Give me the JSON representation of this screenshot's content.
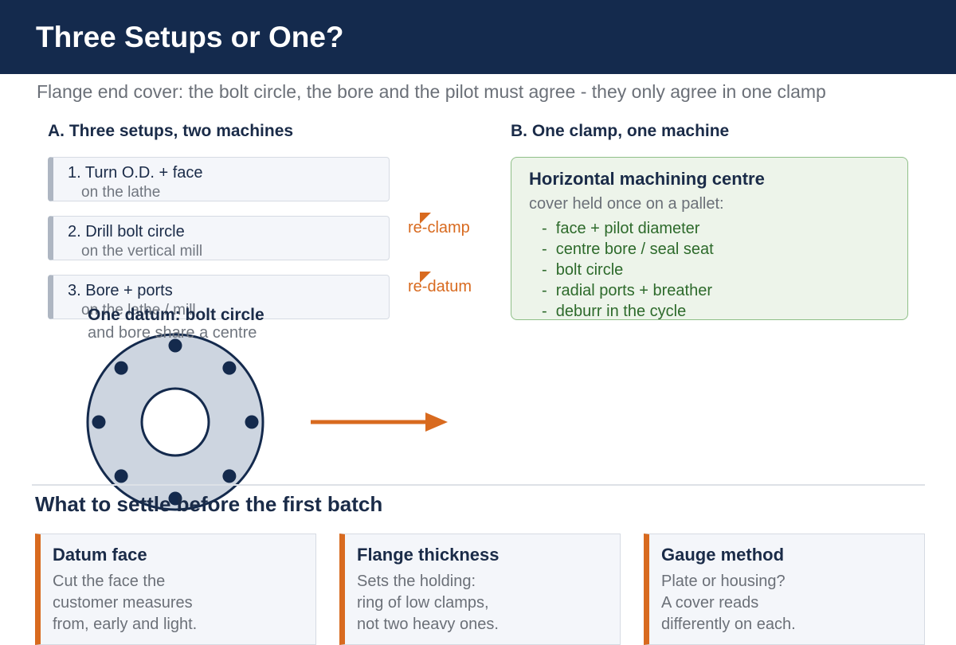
{
  "header": {
    "title": "Three Setups or One?"
  },
  "subtitle": "Flange end cover: the bolt circle, the bore and the pilot must agree - they only agree in one clamp",
  "section_a": {
    "title": "A. Three setups, two machines",
    "steps": [
      {
        "line1": "1. Turn O.D. + face",
        "line2": "on the lathe"
      },
      {
        "line1": "2. Drill bolt circle",
        "line2": "on the vertical mill"
      },
      {
        "line1": "3. Bore + ports",
        "line2": "on the lathe / mill"
      }
    ],
    "transitions": [
      "re-clamp",
      "re-datum"
    ]
  },
  "section_b": {
    "title": "B. One clamp, one machine",
    "box_title": "Horizontal machining centre",
    "lead": "cover held once on a pallet:",
    "ops": [
      "face + pilot diameter",
      "centre bore / seal seat",
      "bolt circle",
      "radial ports + breather",
      "deburr in the cycle"
    ]
  },
  "datum": {
    "title": "One datum: bolt circle",
    "subtitle": "and bore share a centre"
  },
  "colors": {
    "navy": "#142a4d",
    "accent": "#d86a1f",
    "green": "#2d6a2b",
    "flange_fill": "#cdd5e0"
  },
  "settle": {
    "title": "What to settle before the first batch",
    "cards": [
      {
        "title": "Datum face",
        "lines": [
          "Cut the face the",
          "customer measures",
          "from, early and light."
        ]
      },
      {
        "title": "Flange thickness",
        "lines": [
          "Sets the holding:",
          "ring of low clamps,",
          "not two heavy ones."
        ]
      },
      {
        "title": "Gauge method",
        "lines": [
          "Plate or housing?",
          "A cover reads",
          "differently on each."
        ]
      }
    ]
  }
}
